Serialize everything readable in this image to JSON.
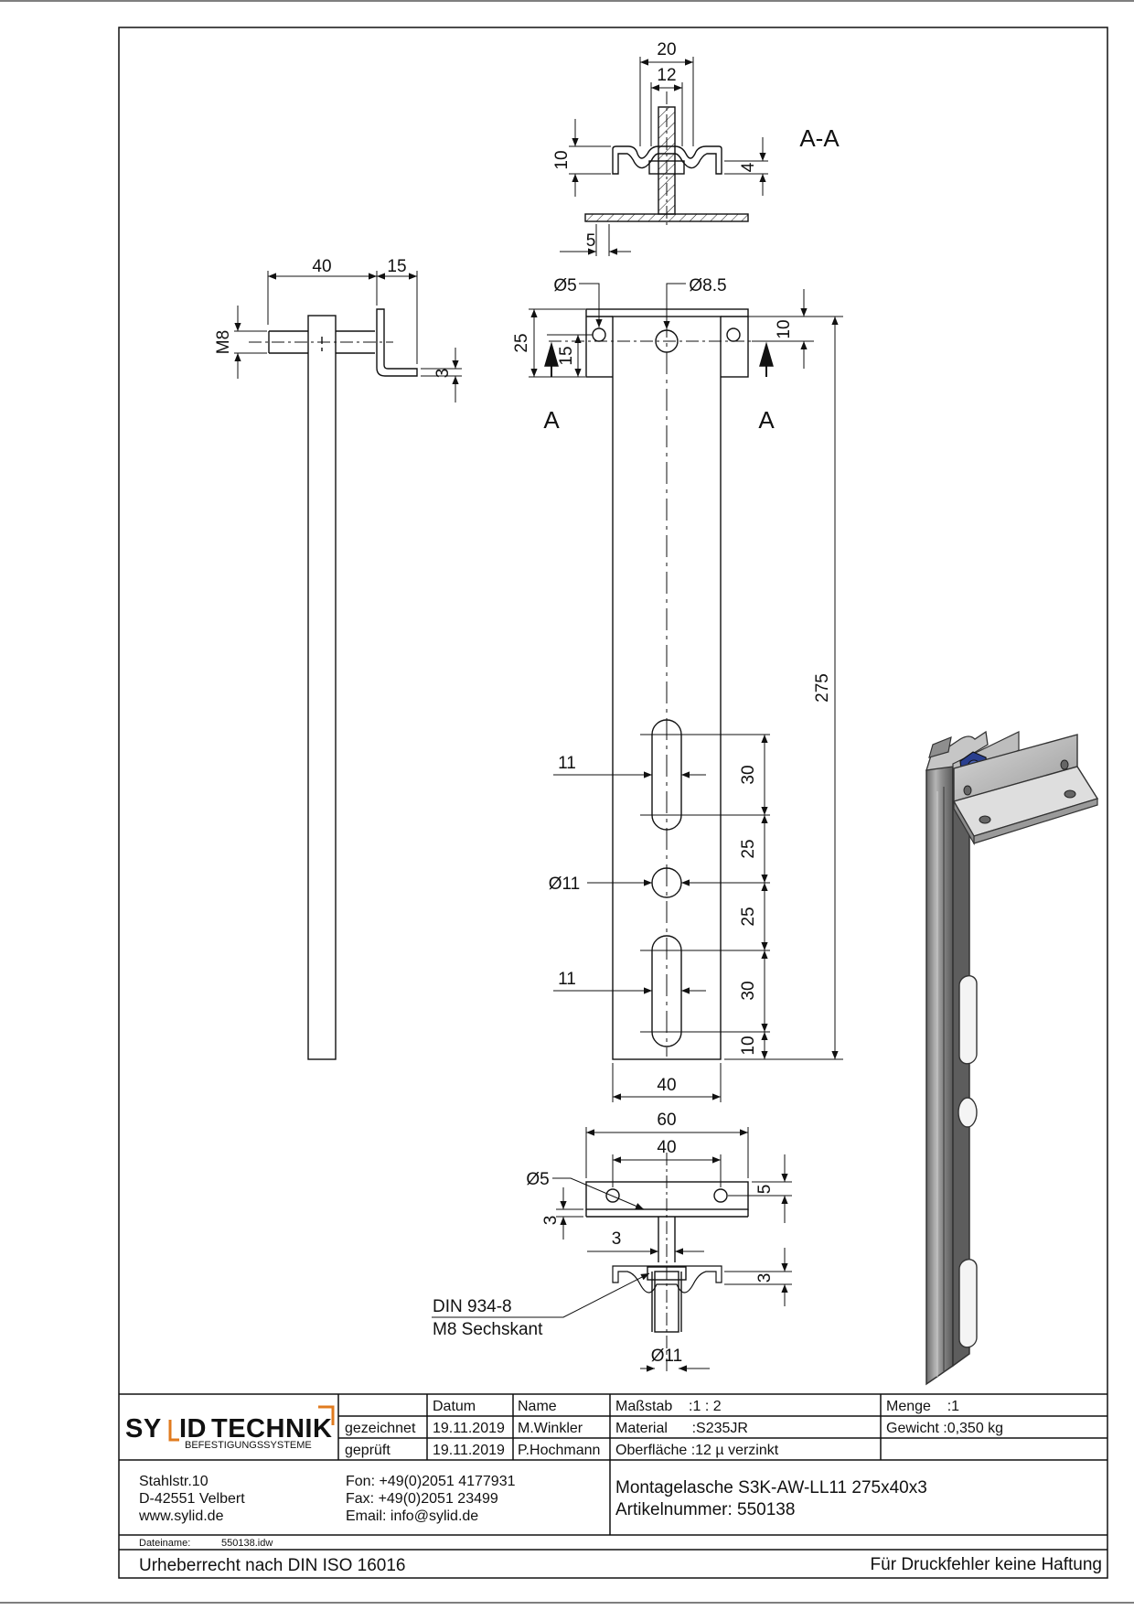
{
  "drawing": {
    "side_view": {
      "d40": "40",
      "d15": "15",
      "m8": "M8",
      "d3": "3"
    },
    "front_view": {
      "hole_small": "Ø5",
      "hole_center": "Ø8.5",
      "d25": "25",
      "d15": "15",
      "d10_top": "10",
      "section_left": "A",
      "section_right": "A",
      "d275": "275",
      "slot_top_width": "11",
      "slot_top_len": "30",
      "gap_1": "25",
      "hole_mid": "Ø11",
      "gap_2": "25",
      "slot_bot_width": "11",
      "slot_bot_len": "30",
      "d10_bottom": "10",
      "width": "40"
    },
    "section_view": {
      "label": "A-A",
      "d20": "20",
      "d12": "12",
      "d10": "10",
      "d4": "4",
      "d5": "5"
    },
    "bottom_view": {
      "d60": "60",
      "d40": "40",
      "hole": "Ø5",
      "d5": "5",
      "d3_left": "3",
      "d3_top": "3",
      "d3_right": "3",
      "nut_label_1": "DIN 934-8",
      "nut_label_2": "M8 Sechskant",
      "d11": "Ø11"
    }
  },
  "title_block": {
    "logo_left": "SY",
    "logo_mid": "ID",
    "logo_right": " TECHNIK",
    "logo_sub": "BEFESTIGUNGSSYSTEME",
    "col_datum": "Datum",
    "col_name": "Name",
    "row_gezeichnet": "gezeichnet",
    "row_geprueft": "geprüft",
    "date_1": "19.11.2019",
    "name_1": "M.Winkler",
    "date_2": "19.11.2019",
    "name_2": "P.Hochmann",
    "massstab": "Maßstab    :1 : 2",
    "material": "Material      :S235JR",
    "oberflaeche": "Oberfläche :12 µ verzinkt",
    "menge": "Menge    :1",
    "gewicht": "Gewicht :0,350 kg",
    "address_1": "Stahlstr.10",
    "address_2": "D-42551 Velbert",
    "address_3": "www.sylid.de",
    "fon": "Fon: +49(0)2051 4177931",
    "fax": "Fax: +49(0)2051 23499",
    "email": "Email: info@sylid.de",
    "part_title": "Montagelasche S3K-AW-LL11 275x40x3",
    "part_number": "Artikelnummer: 550138",
    "dateiname_label": "Dateiname:",
    "dateiname": "550138.idw",
    "copyright": "Urheberrecht nach DIN ISO 16016",
    "disclaimer": "Für Druckfehler keine Haftung"
  },
  "colors": {
    "logo_accent": "#e07b1f",
    "nut_blue": "#2a3f8f",
    "steel": "#9a9a9a"
  }
}
